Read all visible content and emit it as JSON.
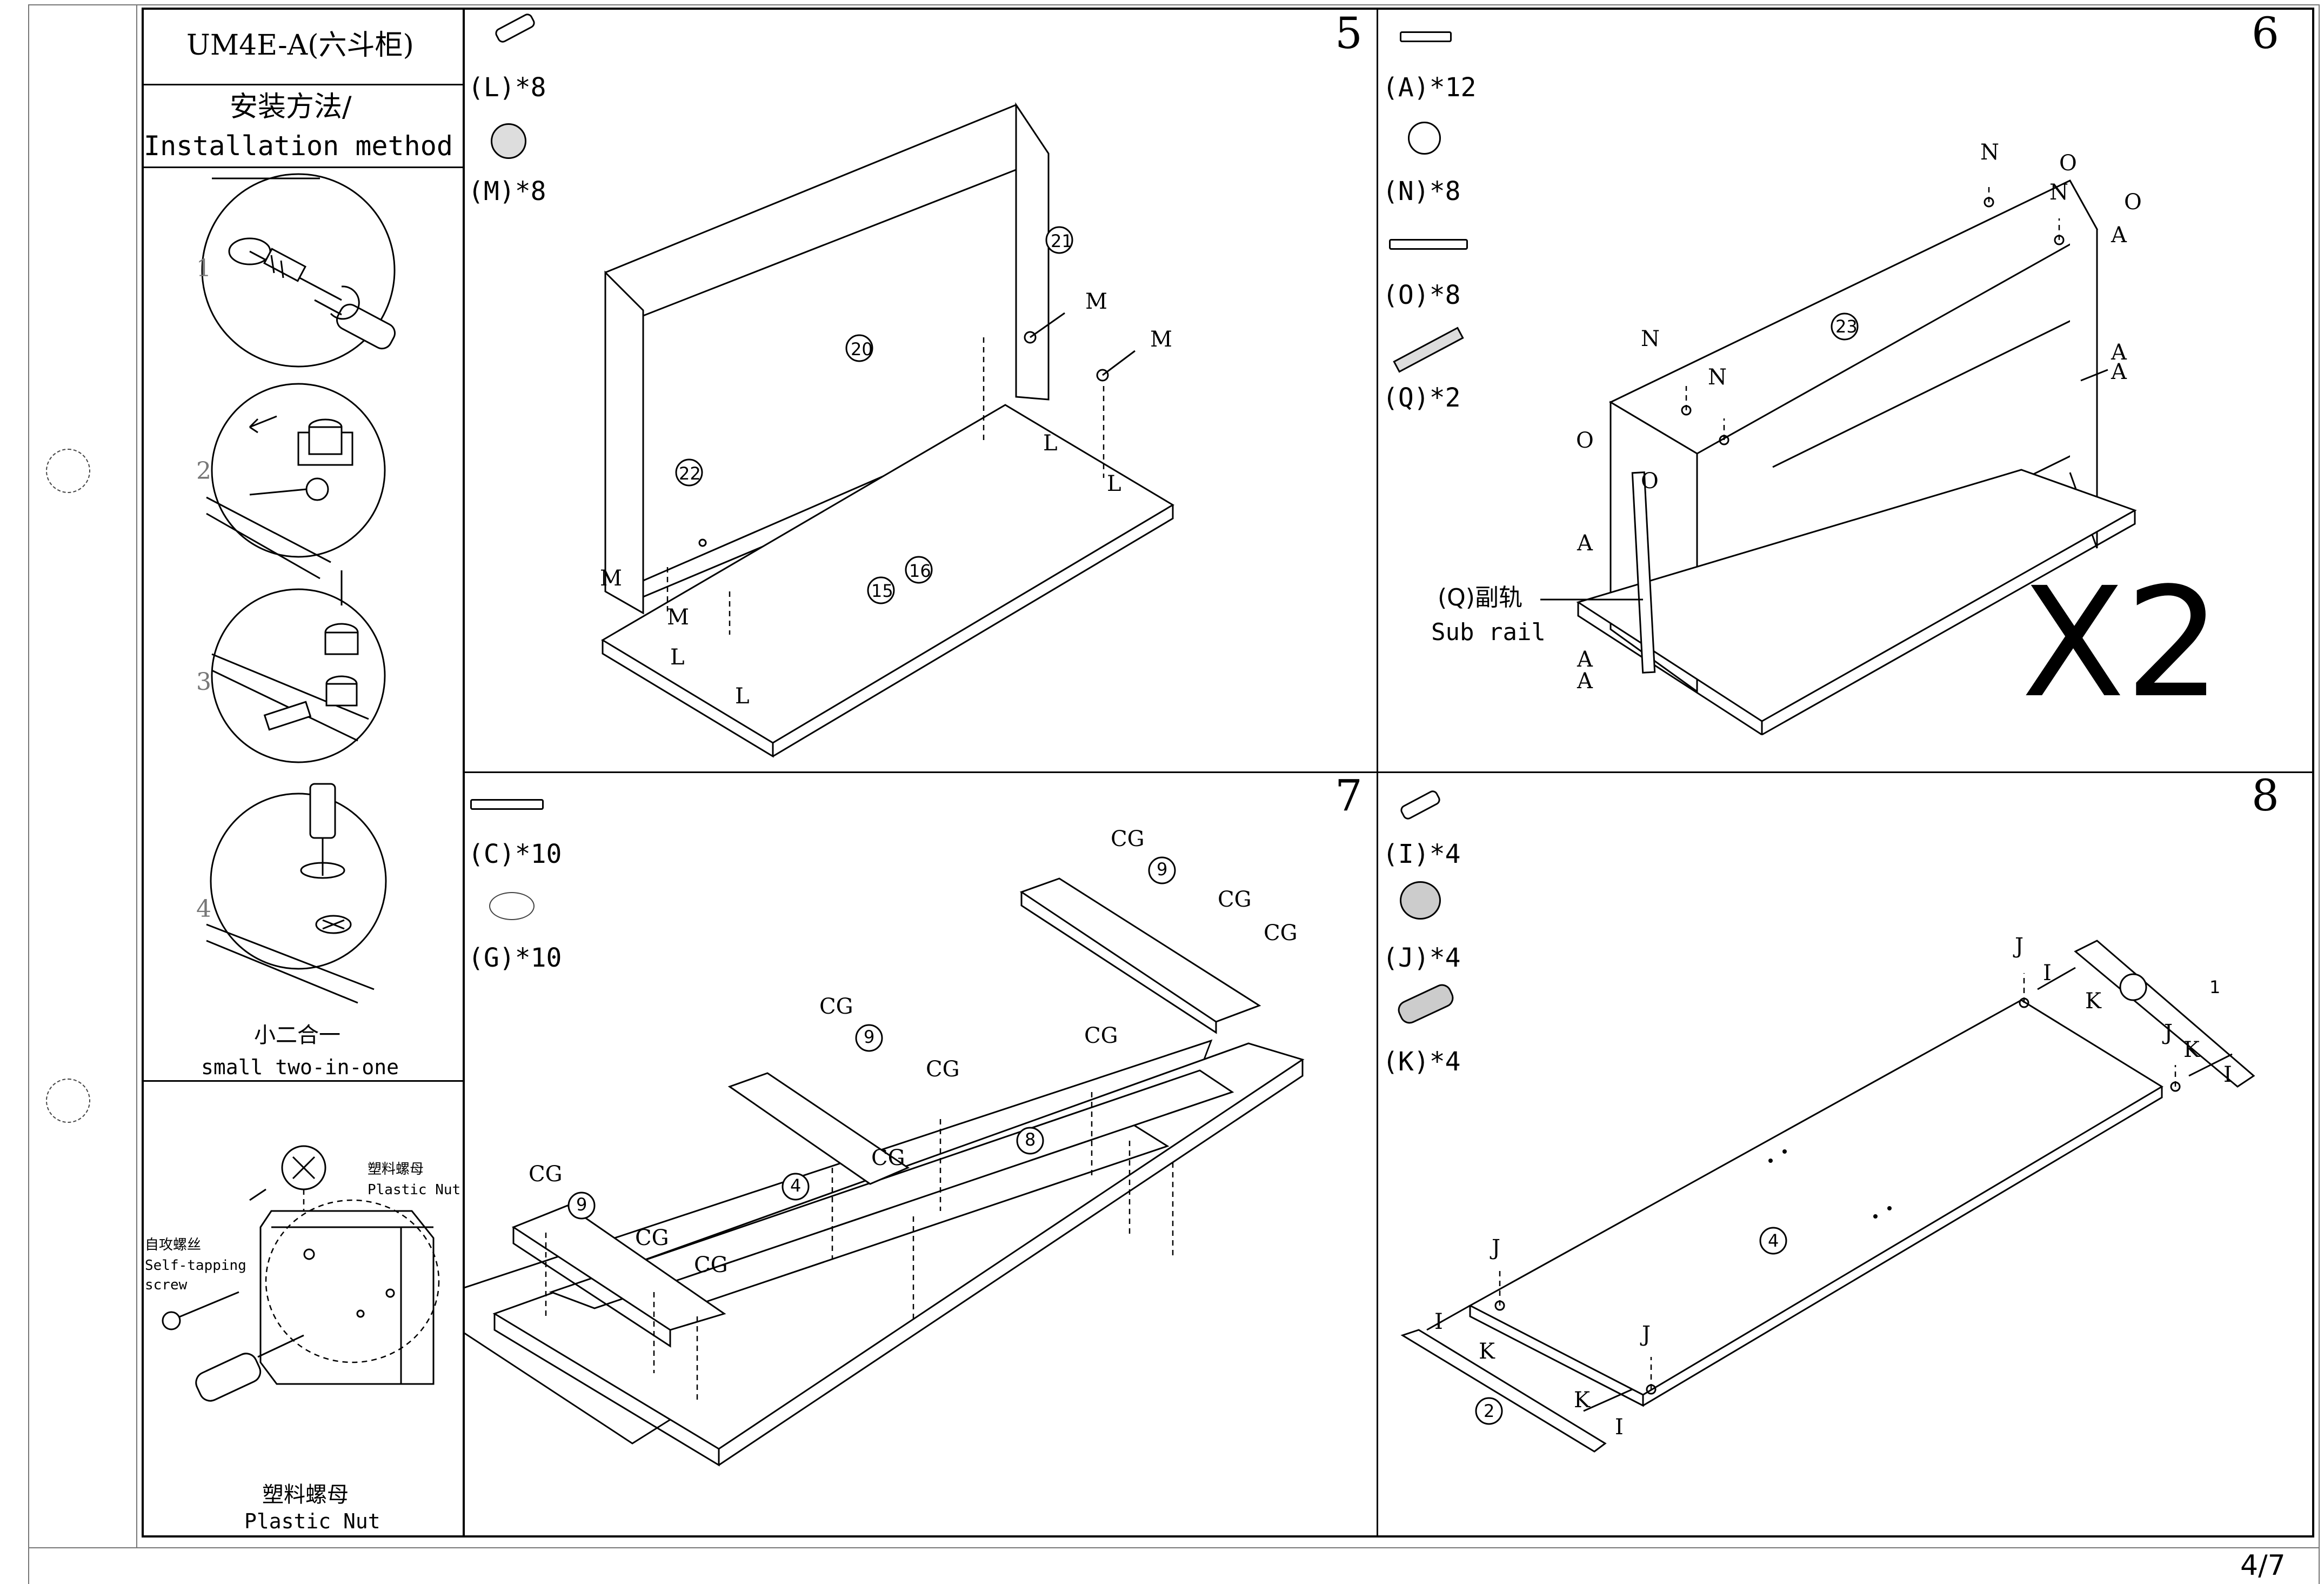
{
  "header": {
    "model": "UM4E-A(六斗柜)",
    "method_cn": "安装方法/",
    "method_en": "Installation method"
  },
  "sidebar": {
    "step_numbers": [
      "1",
      "2",
      "3",
      "4"
    ],
    "small_cn": "小二合一",
    "small_en": "small two-in-one",
    "plastic_nut_cn": "塑料螺母",
    "plastic_nut_en": "Plastic Nut",
    "self_tapping_cn": "自攻螺丝",
    "self_tapping_en_1": "Self-tapping",
    "self_tapping_en_2": "screw",
    "bottom_cn": "塑料螺母",
    "bottom_en": "Plastic Nut"
  },
  "step5": {
    "number": "5",
    "parts": [
      "(L)*8",
      "(M)*8"
    ],
    "panels": [
      "20",
      "21",
      "22",
      "15",
      "16"
    ],
    "letters": {
      "m": "M",
      "l": "L"
    }
  },
  "step6": {
    "number": "6",
    "parts": [
      "(A)*12",
      "(N)*8",
      "(O)*8",
      "(Q)*2"
    ],
    "panel": "23",
    "rail_cn": "(Q)副轨",
    "rail_en": "Sub rail",
    "multiplier": "X2",
    "letters": {
      "n": "N",
      "o": "O",
      "a": "A"
    }
  },
  "step7": {
    "number": "7",
    "parts": [
      "(C)*10",
      "(G)*10"
    ],
    "panels": [
      "9",
      "9",
      "9",
      "8",
      "4"
    ],
    "cg": "CG"
  },
  "step8": {
    "number": "8",
    "parts": [
      "(I)*4",
      "(J)*4",
      "(K)*4"
    ],
    "panels": [
      "1",
      "2",
      "4"
    ],
    "letters": {
      "i": "I",
      "j": "J",
      "k": "K"
    }
  },
  "footer": {
    "page": "4/7"
  },
  "icons": [
    "cam-bolt-icon",
    "cam-lock-icon",
    "screw-icon",
    "rail-icon",
    "dowel-icon",
    "felt-pad-icon",
    "screwdriver-icon"
  ]
}
